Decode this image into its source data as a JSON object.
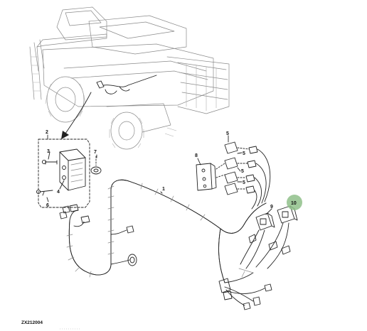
{
  "figure": {
    "drawing_code": "ZX212004",
    "highlight_color": "#8fbf8a",
    "callouts": [
      {
        "id": "1",
        "label": "1"
      },
      {
        "id": "2",
        "label": "2"
      },
      {
        "id": "3",
        "label": "3"
      },
      {
        "id": "4",
        "label": "4"
      },
      {
        "id": "5a",
        "label": "5"
      },
      {
        "id": "5b",
        "label": "5"
      },
      {
        "id": "5c",
        "label": "5"
      },
      {
        "id": "5d",
        "label": "5"
      },
      {
        "id": "6",
        "label": "6"
      },
      {
        "id": "7",
        "label": "7"
      },
      {
        "id": "8",
        "label": "8"
      },
      {
        "id": "9",
        "label": "9"
      },
      {
        "id": "10",
        "label": "10",
        "highlighted": true
      }
    ]
  }
}
